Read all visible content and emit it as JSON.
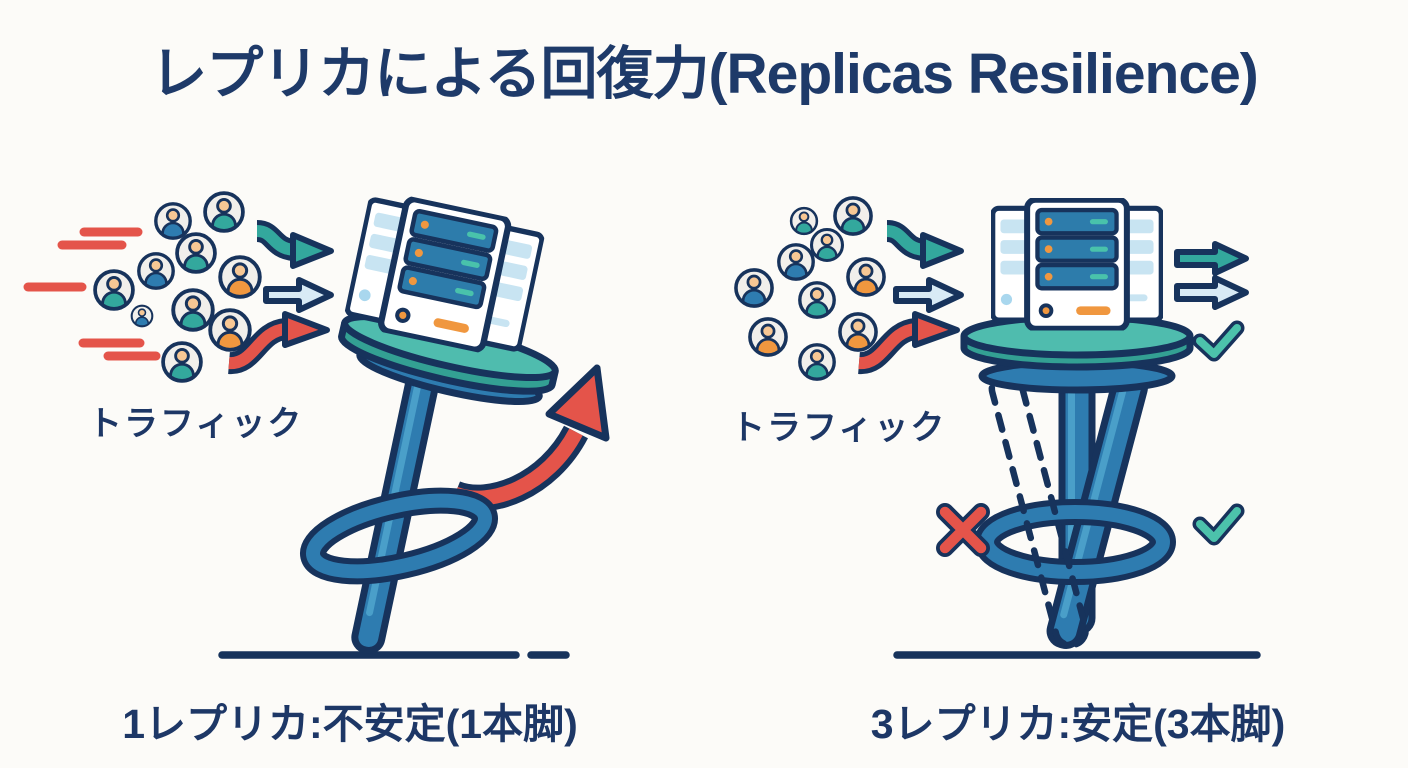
{
  "title": "レプリカによる回復力(Replicas Resilience)",
  "panels": [
    {
      "name": "single-replica",
      "traffic_label": "トラフィック",
      "caption": "1レプリカ:不安定(1本脚)",
      "stool_legs": 1,
      "state": "unstable"
    },
    {
      "name": "three-replicas",
      "traffic_label": "トラフィック",
      "caption": "3レプリカ:安定(3本脚)",
      "stool_legs": 3,
      "state": "stable"
    }
  ],
  "icons": {
    "user_avatar": "user-avatar-icon",
    "traffic_arrows": [
      "teal-curved-arrow",
      "lightblue-straight-arrow",
      "red-curved-arrow"
    ],
    "server_stack": "server-stack-icon",
    "tipping_arrow": "red-tipping-arrow-icon",
    "failed_leg": "dashed-leg-with-x-icon",
    "success": "teal-check-icon"
  },
  "colors": {
    "background": "#fcfbf8",
    "outline_navy": "#17335c",
    "text_navy": "#1e3a69",
    "teal": "#33a89d",
    "seat_teal_top": "#4fbcae",
    "seat_teal_side": "#33a093",
    "blue": "#2e7cb0",
    "light_blue": "#d8eaf5",
    "red": "#e4544a",
    "orange": "#f0973f",
    "skin": "#f7c794"
  }
}
